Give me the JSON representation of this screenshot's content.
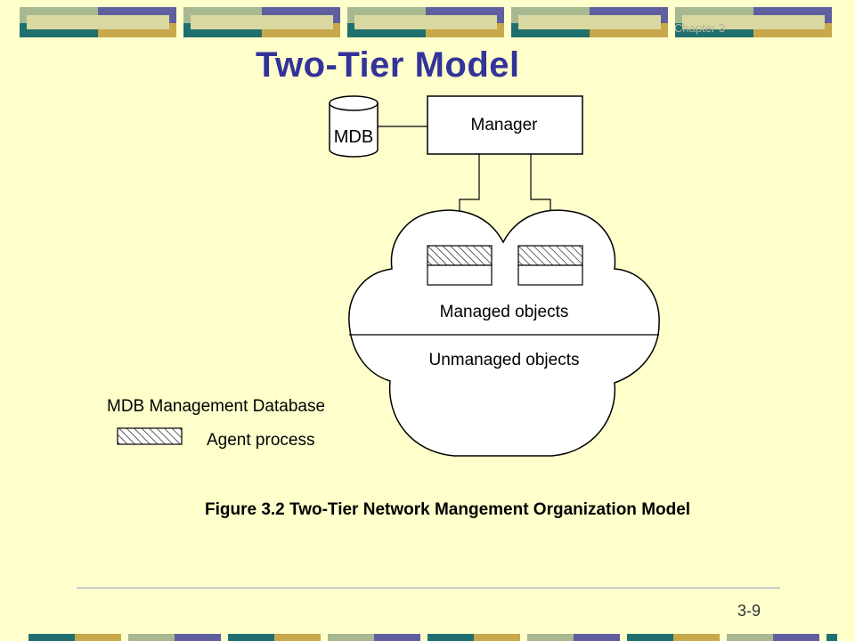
{
  "slide": {
    "chapter_label": "Chapter 3",
    "title": "Two-Tier Model",
    "slide_number": "3-9"
  },
  "diagram": {
    "database_label": "MDB",
    "manager_label": "Manager",
    "managed_label": "Managed objects",
    "unmanaged_label": "Unmanaged objects",
    "legend": {
      "mdb_entry": "MDB  Management Database",
      "agent_entry": "Agent process"
    },
    "caption": "Figure 3.2 Two-Tier Network Mangement Organization Model"
  },
  "colors": {
    "background": "#FFFFCC",
    "title": "#333399",
    "band_teal": "#1F6F6F",
    "band_purple": "#5F5F9F",
    "band_gold": "#C8A84A",
    "band_light": "#D8D8A0",
    "band_sage": "#A8B890"
  }
}
